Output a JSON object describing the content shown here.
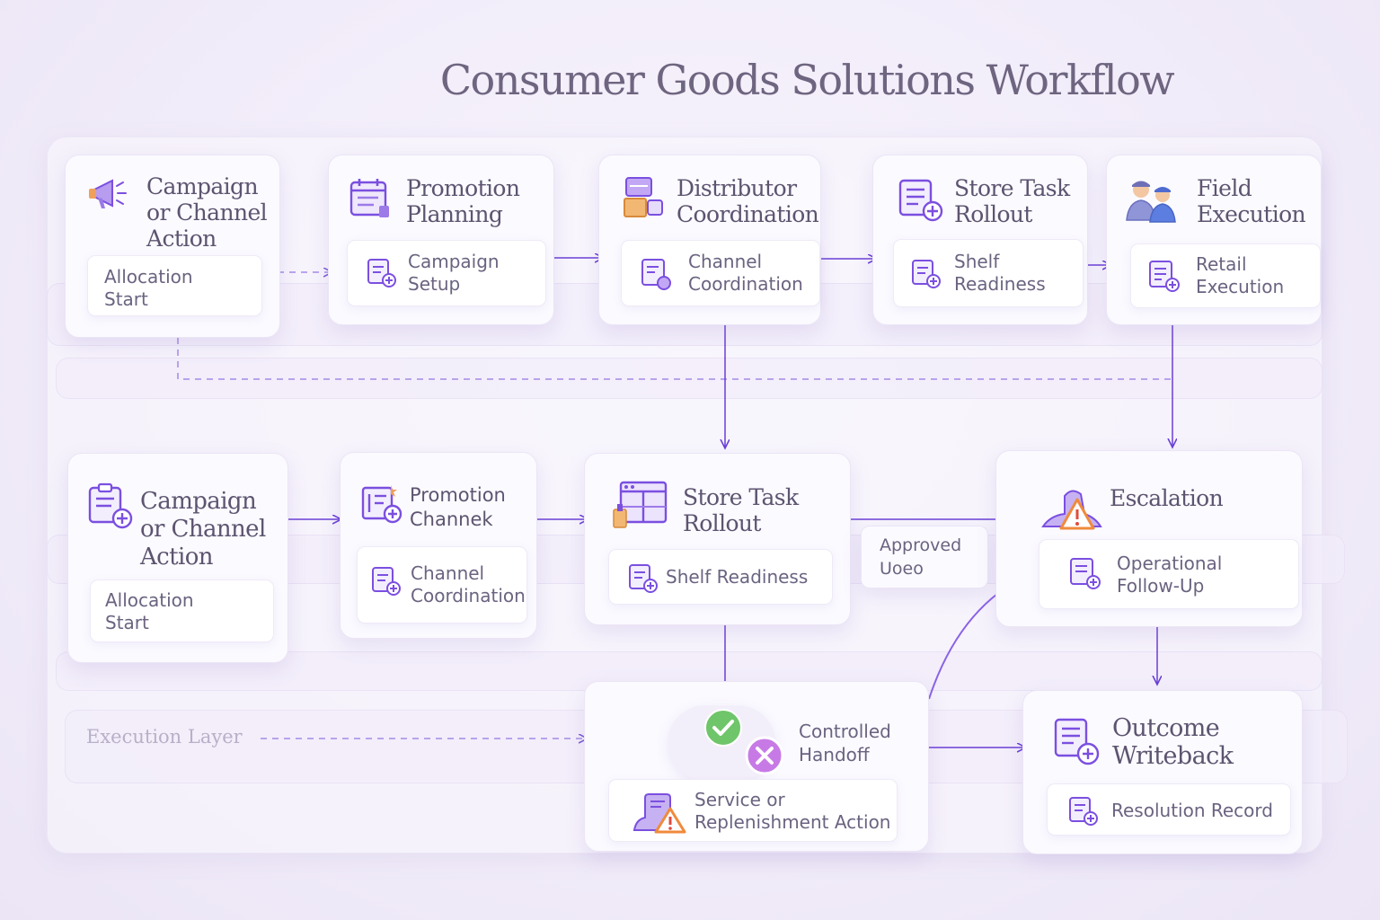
{
  "title": "Consumer Goods Solutions Workflow",
  "colors": {
    "accent": "#7b4fe0",
    "arrow": "#6a3fd6",
    "dashed": "#a58ae6",
    "warning": "#f08a3c",
    "success": "#6fc56a",
    "error": "#c77ae6"
  },
  "top_row": [
    {
      "heading": "Campaign or Channel Action",
      "icon": "megaphone-icon",
      "sub": "Allocation Start",
      "sub_icon": "none"
    },
    {
      "heading": "Promotion Planning",
      "icon": "calendar-icon",
      "sub": "Campaign Setup",
      "sub_icon": "document-plus-icon"
    },
    {
      "heading": "Distributor Coordination",
      "icon": "distributor-box-icon",
      "sub": "Channel Coordination",
      "sub_icon": "document-plus-icon"
    },
    {
      "heading": "Store Task Rollout",
      "icon": "document-plus-icon",
      "sub": "Shelf Readiness",
      "sub_icon": "document-plus-icon"
    },
    {
      "heading": "Field Execution",
      "icon": "field-team-icon",
      "sub": "Retail Execution",
      "sub_icon": "document-plus-icon"
    }
  ],
  "middle_row": [
    {
      "heading": "Campaign or Channel Action",
      "icon": "document-plus-icon",
      "sub": "Allocation Start"
    },
    {
      "heading": "Promotion Channek",
      "icon": "checklist-icon",
      "sub": "Channel Coordination",
      "sub_icon": "document-plus-icon"
    },
    {
      "heading": "Store Task Rollout",
      "icon": "store-window-icon",
      "sub": "Shelf Readiness",
      "sub_icon": "document-plus-icon"
    },
    {
      "heading": "Escalation",
      "icon": "escalation-warning-icon",
      "sub": "Operational Follow-Up",
      "sub_icon": "document-plus-icon"
    }
  ],
  "approved_label": "Approved Uoeo",
  "execution_layer_label": "Execution Layer",
  "handoff": {
    "label": "Controlled Handoff",
    "sub": "Service or Replenishment Action",
    "sub_icon": "warning-document-icon"
  },
  "outcome": {
    "heading": "Outcome Writeback",
    "icon": "document-plus-icon",
    "sub": "Resolution Record",
    "sub_icon": "document-plus-icon"
  }
}
